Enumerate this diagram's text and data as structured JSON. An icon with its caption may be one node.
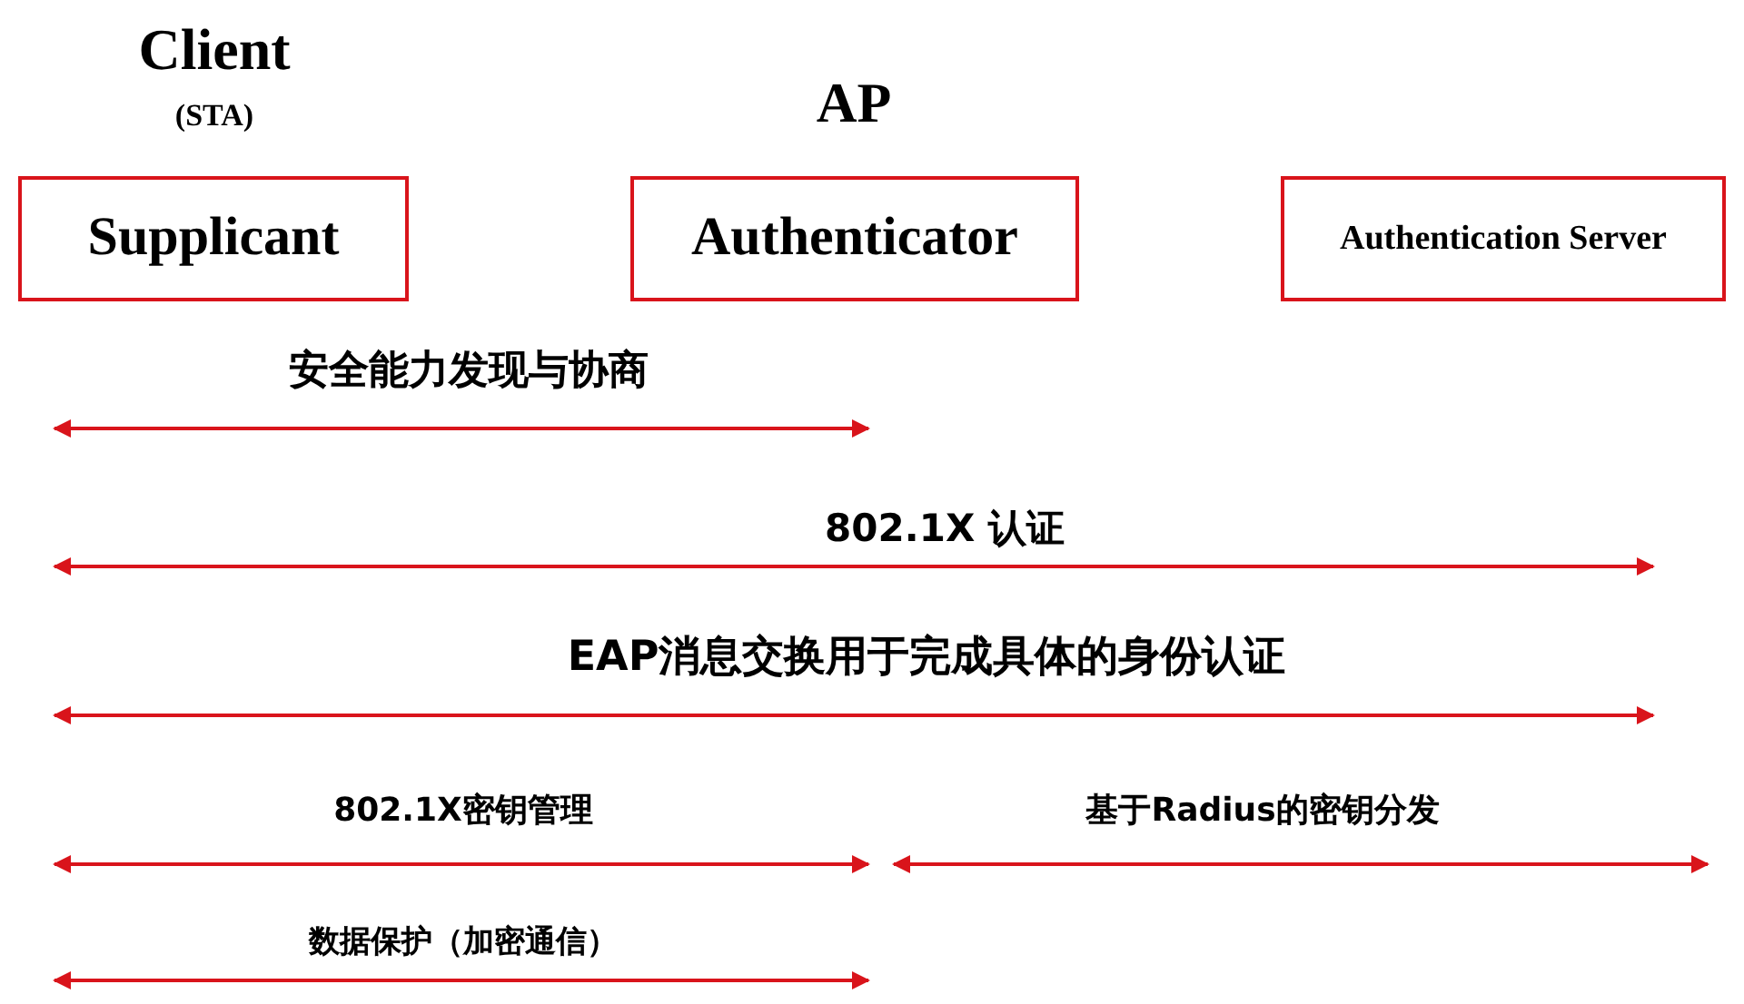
{
  "diagram": {
    "nodes": [
      {
        "text": [
          "Supplicant"
        ],
        "beside": [
          "Client",
          "(STA)"
        ]
      },
      {
        "text": [
          "Authenticator"
        ],
        "beside": [
          "AP"
        ]
      },
      {
        "text": [
          "Authentication Server"
        ]
      }
    ],
    "labels": [
      "安全能力发现与协商",
      "802.1X 认证",
      "EAP消息交换用于完成具体的身份认证",
      "802.1X密钥管理",
      "基于Radius的密钥分发",
      "数据保护（加密通信）"
    ]
  }
}
